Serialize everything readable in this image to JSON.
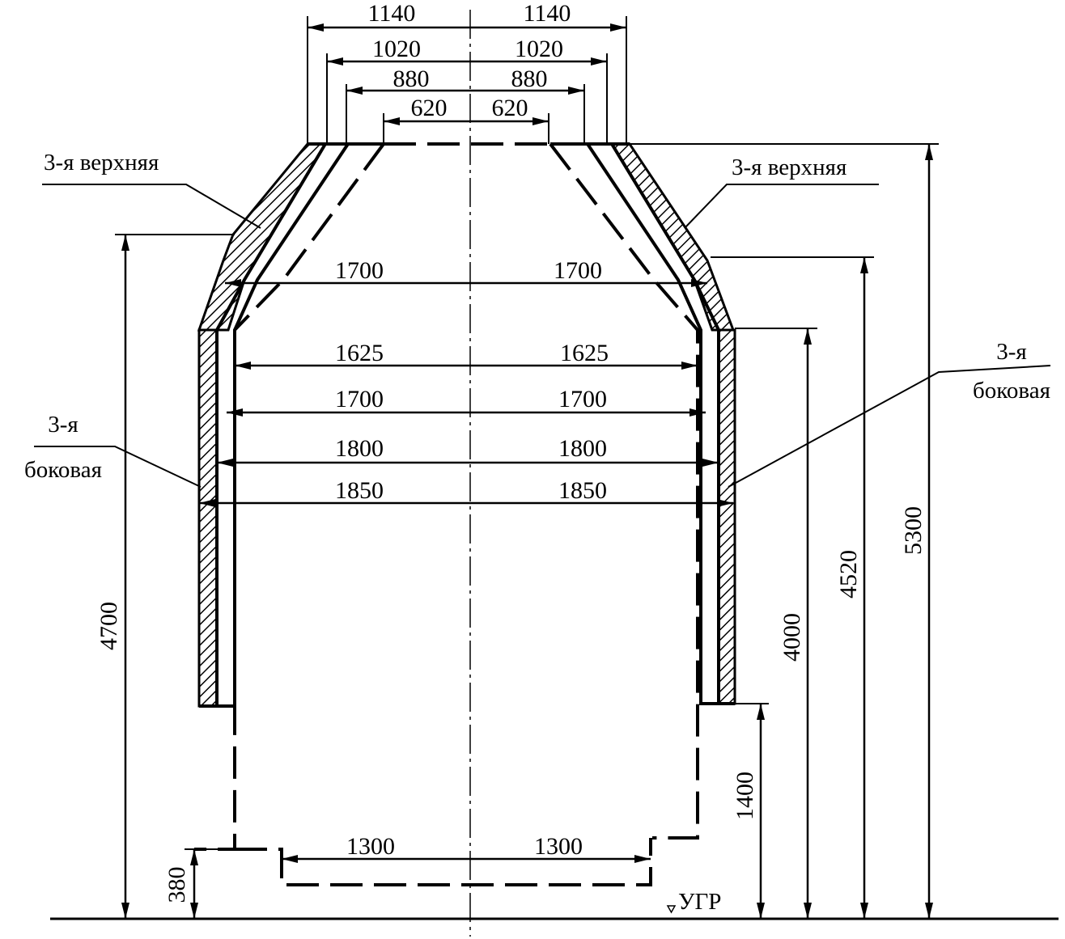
{
  "widths": {
    "top_outer": "1140",
    "top_2": "1020",
    "top_3": "880",
    "top_inner": "620",
    "upper_1700": "1700",
    "w1625": "1625",
    "w1700": "1700",
    "w1800": "1800",
    "w1850": "1850",
    "bottom_1300": "1300"
  },
  "heights": {
    "h4700": "4700",
    "h380": "380",
    "h4000": "4000",
    "h4520": "4520",
    "h5300": "5300",
    "h1400": "1400"
  },
  "labels": {
    "third_upper": "3-я верхняя",
    "third_side_1": "3-я",
    "third_side_2": "боковая",
    "ground": "УГР"
  }
}
